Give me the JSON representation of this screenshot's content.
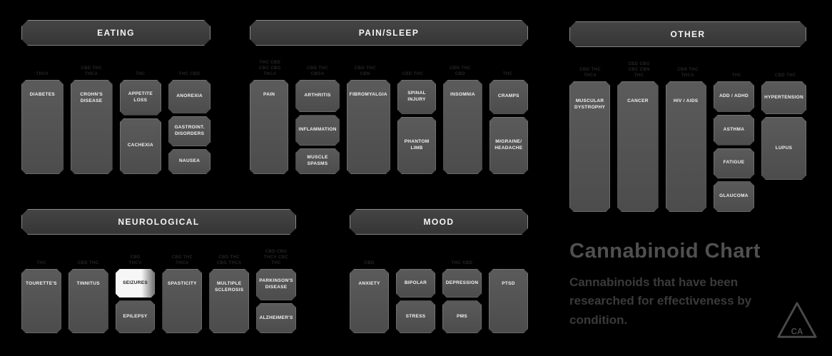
{
  "brand": {
    "title": "Cannabinoid Chart",
    "description": "Cannabinoids that have been researched for effectiveness by condition.",
    "logo_text": "CA"
  },
  "colors": {
    "background": "#000000",
    "card": "#525252",
    "header": "#3b3b3b",
    "card_text": "#f2f2f2",
    "muted_label": "#262626",
    "title_text": "#505050",
    "highlight_card": "#f6f6f6"
  },
  "sections": {
    "eating": {
      "header": "EATING",
      "columns": [
        {
          "cannabinoids": "THCV",
          "conditions": [
            "DIABETES"
          ]
        },
        {
          "cannabinoids": "CBD THC\nTHCA",
          "conditions": [
            "CROHN'S DISEASE"
          ]
        },
        {
          "cannabinoids": "THC",
          "conditions": [
            "APPETITE LOSS",
            "CACHEXIA"
          ]
        },
        {
          "cannabinoids": "THC CBD",
          "conditions": [
            "ANOREXIA",
            "GASTROINT. DISORDERS",
            "NAUSEA"
          ]
        }
      ]
    },
    "pain_sleep": {
      "header": "PAIN/SLEEP",
      "columns": [
        {
          "cannabinoids": "THC CBD\nCBC CBG\nTHCA",
          "conditions": [
            "PAIN"
          ]
        },
        {
          "cannabinoids": "CBD THC\nCBDA",
          "conditions": [
            "ARTHRITIS",
            "INFLAMMATION",
            "MUSCLE SPASMS"
          ]
        },
        {
          "cannabinoids": "CBD THC\nCBN",
          "conditions": [
            "FIBROMYALGIA"
          ]
        },
        {
          "cannabinoids": "CBD THC",
          "conditions": [
            "SPINAL INJURY",
            "PHANTOM LIMB"
          ]
        },
        {
          "cannabinoids": "CBN THC\nCBD",
          "conditions": [
            "INSOMNIA"
          ]
        },
        {
          "cannabinoids": "THC",
          "conditions": [
            "CRAMPS",
            "MIGRAINE/ HEADACHE"
          ]
        }
      ]
    },
    "other": {
      "header": "OTHER",
      "columns": [
        {
          "cannabinoids": "CBD THC\nTHCA",
          "conditions": [
            "MUSCULAR DYSTROPHY"
          ]
        },
        {
          "cannabinoids": "CBD CBG\nCBC CBN\nTHC",
          "conditions": [
            "CANCER"
          ]
        },
        {
          "cannabinoids": "CBN THC\nTHCA",
          "conditions": [
            "HIV / AIDS"
          ]
        },
        {
          "cannabinoids": "THC",
          "conditions": [
            "ADD / ADHD",
            "ASTHMA",
            "FATIGUE",
            "GLAUCOMA"
          ]
        },
        {
          "cannabinoids": "CBD THC",
          "conditions": [
            "HYPERTENSION",
            "LUPUS"
          ]
        }
      ]
    },
    "neurological": {
      "header": "NEUROLOGICAL",
      "columns": [
        {
          "cannabinoids": "THC",
          "conditions": [
            "TOURETTE'S"
          ]
        },
        {
          "cannabinoids": "CBD THC",
          "conditions": [
            "TINNITUS"
          ]
        },
        {
          "cannabinoids": "CBD\nTHCV",
          "conditions": [
            "SEIZURES",
            "EPILEPSY"
          ]
        },
        {
          "cannabinoids": "CBD THC\nTHCA",
          "conditions": [
            "SPASTICITY"
          ]
        },
        {
          "cannabinoids": "CBD THC\nCBG THCA",
          "conditions": [
            "MULTIPLE SCLEROSIS"
          ]
        },
        {
          "cannabinoids": "CBD CBG\nTHCV CBC\nTHC",
          "conditions": [
            "PARKINSON'S DISEASE",
            "ALZHEIMER'S"
          ]
        }
      ]
    },
    "mood": {
      "header": "MOOD",
      "columns": [
        {
          "cannabinoids": "CBD",
          "conditions": [
            "ANXIETY"
          ]
        },
        {
          "cannabinoids": "",
          "conditions": [
            "BIPOLAR",
            "STRESS"
          ]
        },
        {
          "cannabinoids": "THC CBD",
          "conditions": [
            "DEPRESSION",
            "PMS"
          ]
        },
        {
          "cannabinoids": "",
          "conditions": [
            "PTSD"
          ]
        }
      ]
    }
  }
}
